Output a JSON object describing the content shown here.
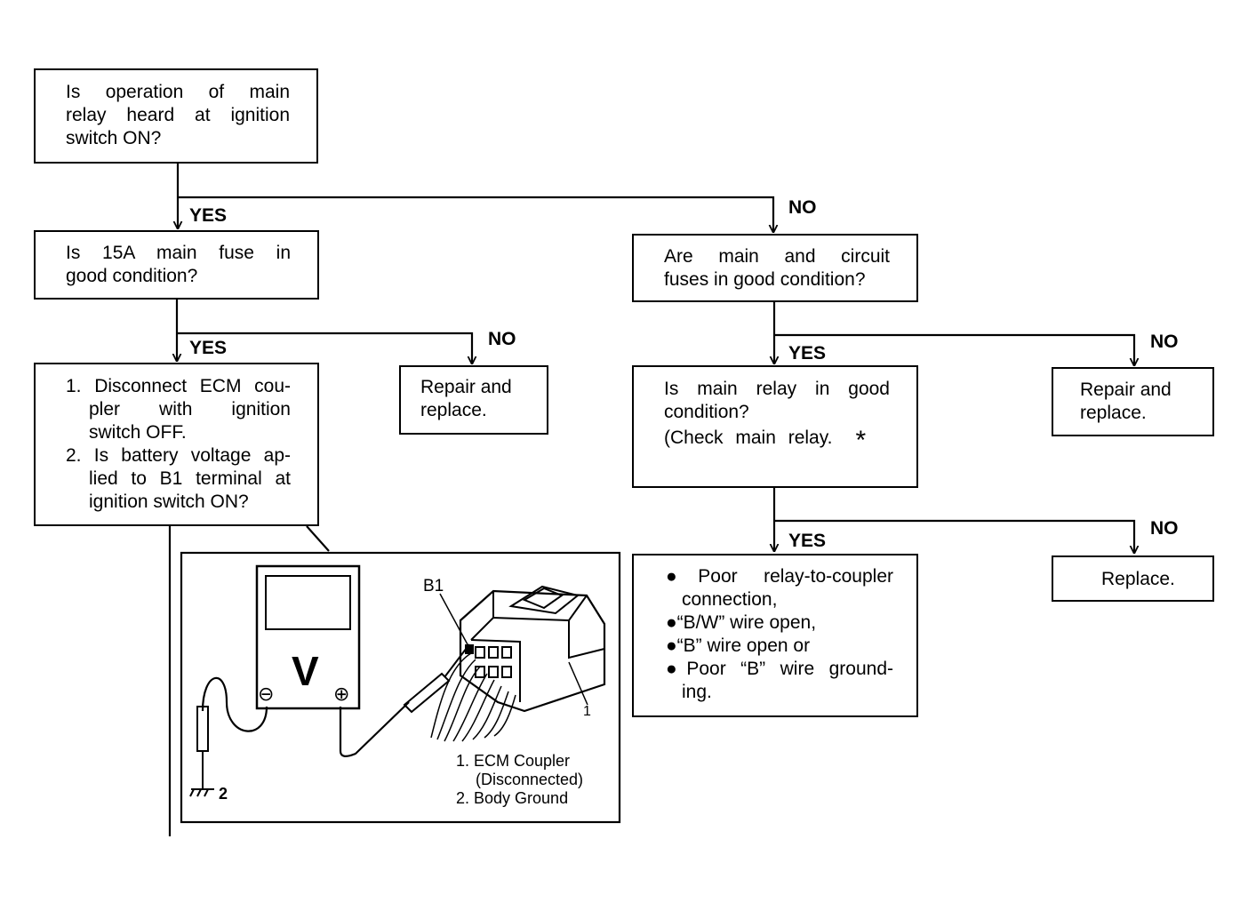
{
  "box_relay_heard": [
    "Is operation of main",
    "relay heard at ignition",
    "switch ON?"
  ],
  "box_15a_fuse": [
    "Is 15A main fuse in",
    "good condition?"
  ],
  "box_main_circuit_fuses": [
    "Are main and circuit",
    "fuses in good condition?"
  ],
  "box_ecm_check": [
    "1. Disconnect ECM cou-",
    "pler with ignition",
    "switch OFF.",
    "2. Is battery voltage ap-",
    "lied to B1 terminal at",
    "ignition switch ON?"
  ],
  "box_repair_left": [
    "Repair and",
    "replace."
  ],
  "box_main_relay": [
    "Is main relay in good",
    "condition?",
    "(Check main relay."
  ],
  "box_repair_right": [
    "Repair and",
    "replace."
  ],
  "box_causes": [
    "●Poor relay-to-coupler",
    "connection,",
    "●“B/W” wire open,",
    "●“B” wire open or",
    "●Poor “B” wire ground-",
    "ing."
  ],
  "box_replace": [
    "Replace."
  ],
  "labels": {
    "yes": "YES",
    "no": "NO",
    "asterisk": "*"
  },
  "illustration": {
    "meter_symbol": "V",
    "minus_symbol": "⊖",
    "plus_symbol": "⊕",
    "terminal_tag": "B1",
    "coupler_tag": "1",
    "ground_tag": "2",
    "legend": [
      "1. ECM Coupler",
      "(Disconnected)",
      "2. Body Ground"
    ]
  }
}
